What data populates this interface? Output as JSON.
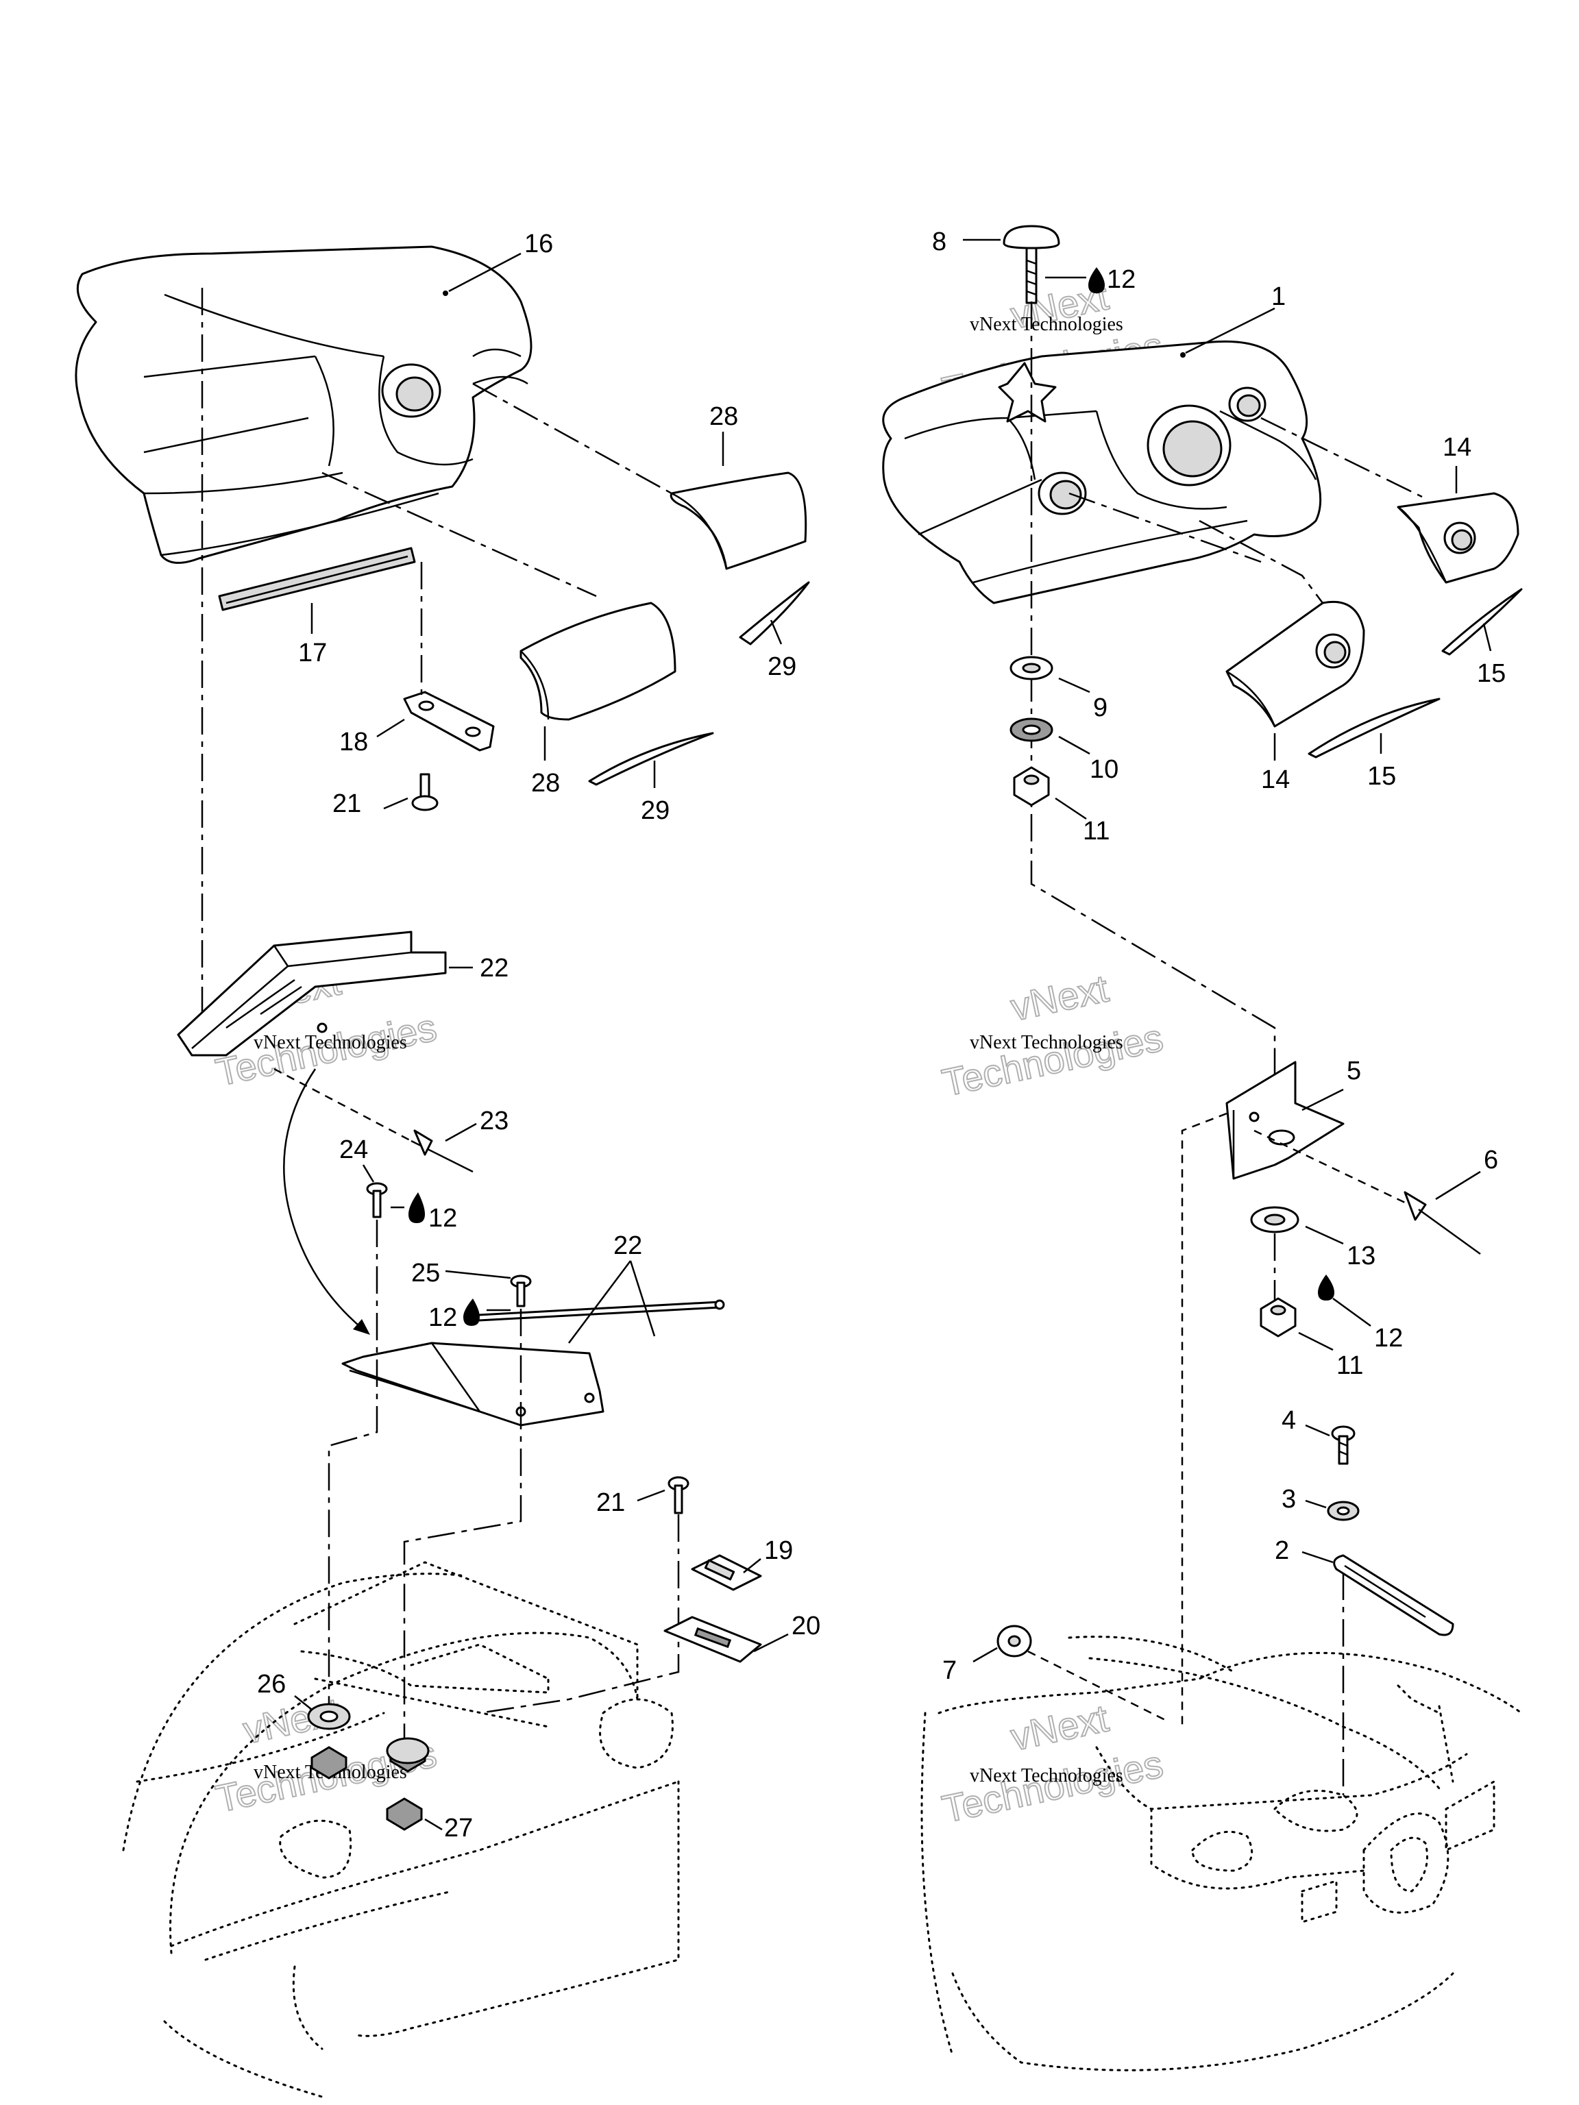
{
  "watermark": {
    "line1": "vNext Technologies",
    "big_word1": "vNext",
    "big_word2": "Technologies"
  },
  "callouts": {
    "c1": "1",
    "c2": "2",
    "c3": "3",
    "c4": "4",
    "c5": "5",
    "c6": "6",
    "c7": "7",
    "c8": "8",
    "c9": "9",
    "c10": "10",
    "c11a": "11",
    "c11b": "11",
    "c12a": "12",
    "c12b": "12",
    "c12c": "12",
    "c12d": "12",
    "c13": "13",
    "c14a": "14",
    "c14b": "14",
    "c15a": "15",
    "c15b": "15",
    "c16": "16",
    "c17": "17",
    "c18": "18",
    "c19": "19",
    "c20": "20",
    "c21a": "21",
    "c21b": "21",
    "c22a": "22",
    "c22b": "22",
    "c23": "23",
    "c24": "24",
    "c25": "25",
    "c26": "26",
    "c27": "27",
    "c28a": "28",
    "c28b": "28",
    "c29a": "29",
    "c29b": "29"
  }
}
